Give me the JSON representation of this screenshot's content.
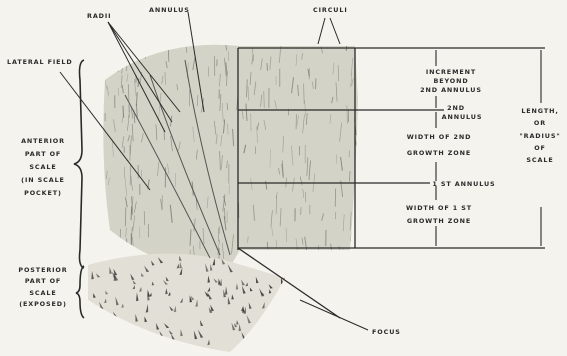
{
  "labels": {
    "radii": "RADII",
    "annulus": "ANNULUS",
    "circuli": "CIRCULI",
    "lateral_field": "LATERAL FIELD",
    "increment_l1": "INCREMENT",
    "increment_l2": "BEYOND",
    "increment_l3": "2ND ANNULUS",
    "second_annulus_l1": "2ND",
    "second_annulus_l2": "ANNULUS",
    "length_l1": "LENGTH,",
    "length_l2": "OR",
    "length_l3": "\"RADIUS\"",
    "length_l4": "OF",
    "length_l5": "SCALE",
    "anterior_l1": "ANTERIOR",
    "anterior_l2": "PART OF",
    "anterior_l3": "SCALE",
    "anterior_l4": "(IN SCALE",
    "anterior_l5": "POCKET)",
    "width2_l1": "WIDTH OF 2ND",
    "width2_l2": "GROWTH ZONE",
    "first_annulus": "1 ST ANNULUS",
    "width1_l1": "WIDTH OF 1 ST",
    "width1_l2": "GROWTH ZONE",
    "posterior_l1": "POSTERIOR",
    "posterior_l2": "PART OF",
    "posterior_l3": "SCALE",
    "posterior_l4": "(EXPOSED)",
    "focus": "FOCUS"
  },
  "colors": {
    "ink": "#2a2a2a",
    "background": "#f4f3ee",
    "scale_fill": "#d3d3c7"
  }
}
